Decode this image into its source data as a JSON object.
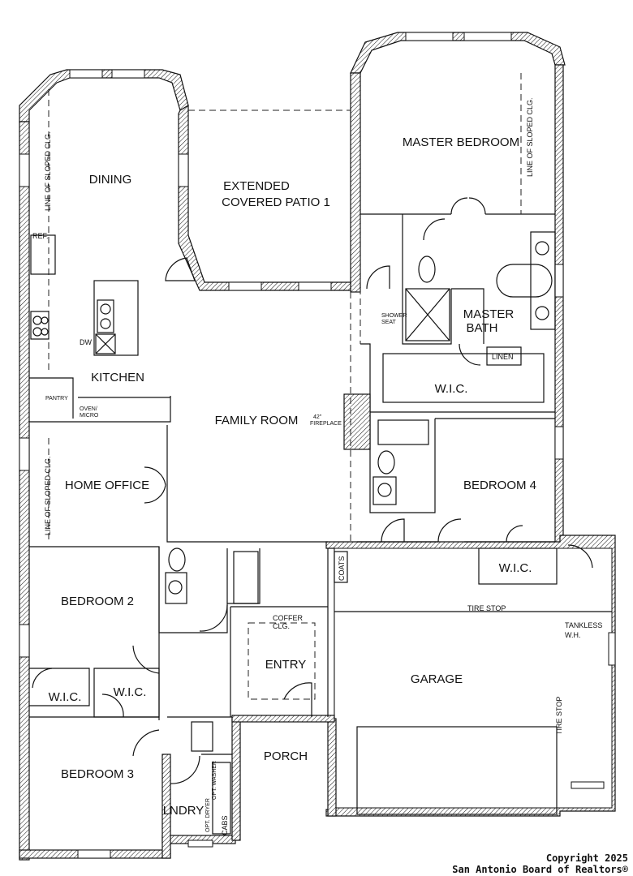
{
  "rooms": {
    "master_bedroom": "MASTER BEDROOM",
    "dining": "DINING",
    "extended_patio_line1": "EXTENDED",
    "extended_patio_line2": "COVERED PATIO 1",
    "kitchen": "KITCHEN",
    "family_room": "FAMILY ROOM",
    "master_bath_line1": "MASTER",
    "master_bath_line2": "BATH",
    "wic_master": "W.I.C.",
    "home_office": "HOME OFFICE",
    "bedroom4": "BEDROOM 4",
    "bedroom2": "BEDROOM 2",
    "entry": "ENTRY",
    "garage": "GARAGE",
    "wic_bed4": "W.I.C.",
    "wic_bed2": "W.I.C.",
    "wic_bed3": "W.I.C.",
    "bedroom3": "BEDROOM 3",
    "porch": "PORCH",
    "laundry": "LNDRY"
  },
  "notes": {
    "sloped_clg": "LINE OF SLOPED CLG.",
    "ref": "REF.",
    "dw": "DW",
    "pantry": "PANTRY",
    "oven_line1": "OVEN/",
    "oven_line2": "MICRO",
    "fireplace_line1": "42\"",
    "fireplace_line2": "FIREPLACE",
    "shower_line1": "SHOWER",
    "shower_line2": "SEAT",
    "linen": "LINEN",
    "coats": "COATS",
    "tire_stop": "TIRE STOP",
    "tankless_line1": "TANKLESS",
    "tankless_line2": "W.H.",
    "coffer_line1": "COFFER",
    "coffer_line2": "CLG.",
    "opt_dryer": "OPT. DRYER",
    "opt_washer": "OPT. WASHER",
    "cabs": "CABS"
  },
  "copyright": {
    "line1": "Copyright 2025",
    "line2": "San Antonio Board of Realtors®"
  }
}
